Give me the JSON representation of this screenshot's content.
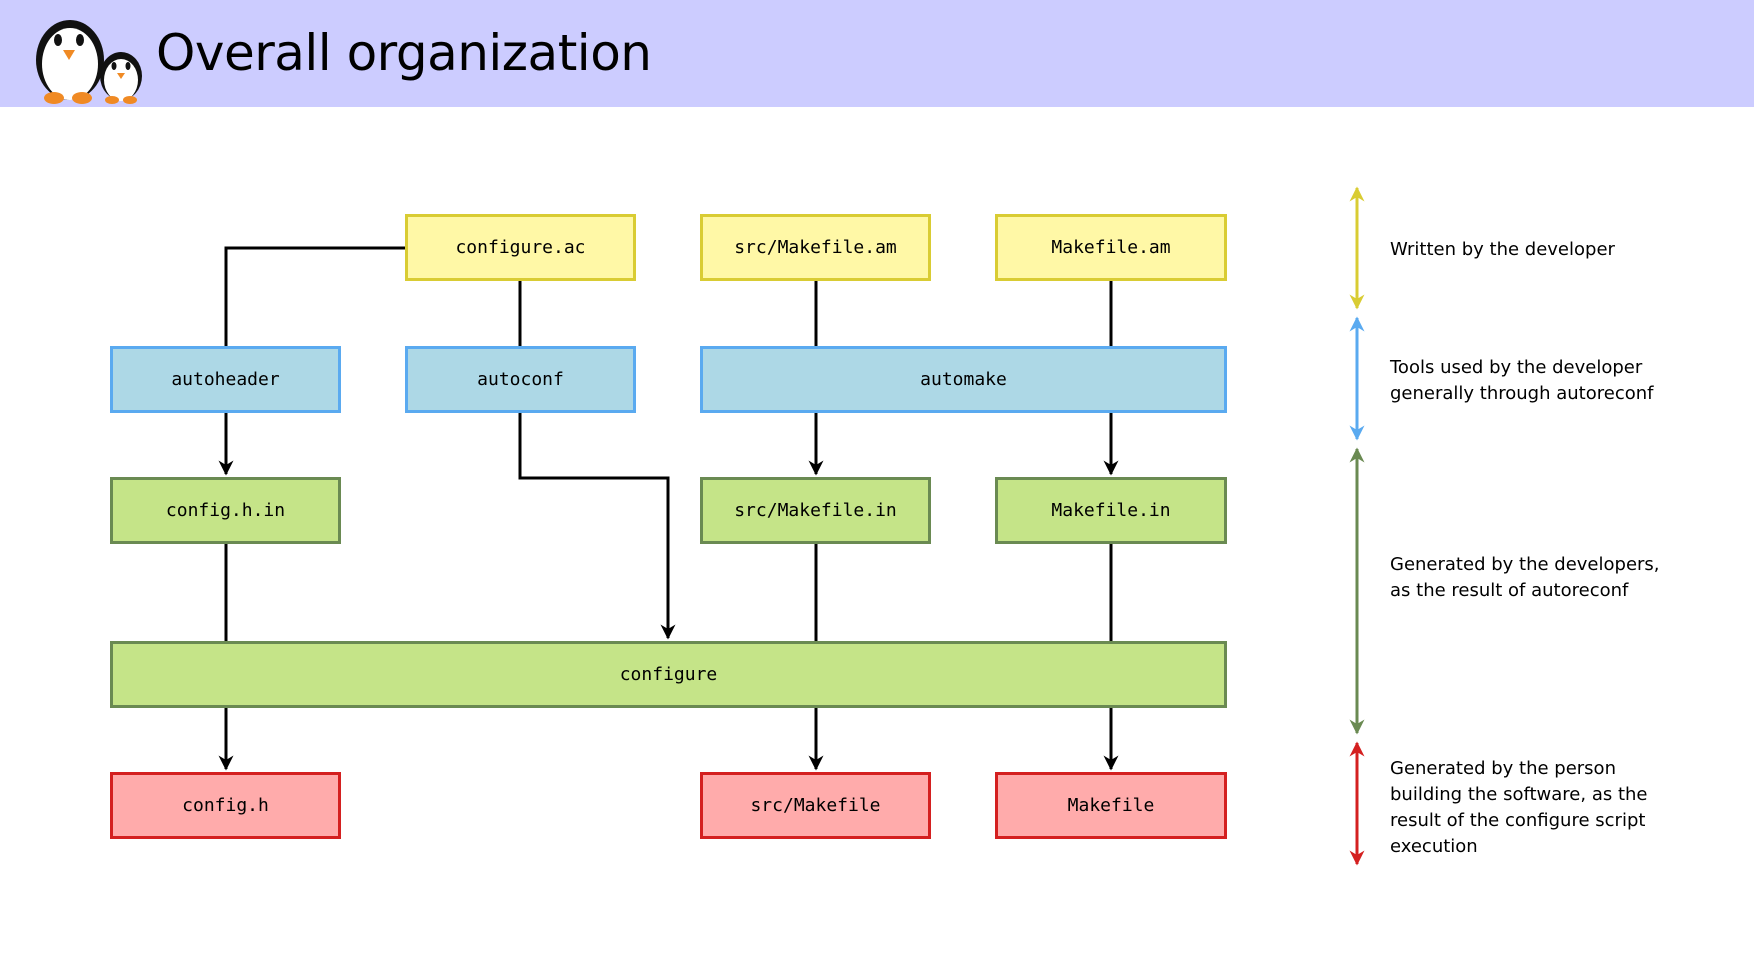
{
  "header": {
    "title": "Overall organization"
  },
  "colors": {
    "header_bg": "#ccccff",
    "yellow": "#d9cc33",
    "blue": "#5aaaf0",
    "green": "#6a8a52",
    "red": "#d42020"
  },
  "logo": {
    "icon": "penguins-logo-icon"
  },
  "boxes": {
    "configure_ac": "configure.ac",
    "src_makefile_am": "src/Makefile.am",
    "makefile_am": "Makefile.am",
    "autoheader": "autoheader",
    "autoconf": "autoconf",
    "automake": "automake",
    "config_h_in": "config.h.in",
    "src_makefile_in": "src/Makefile.in",
    "makefile_in": "Makefile.in",
    "configure": "configure",
    "config_h": "config.h",
    "src_makefile": "src/Makefile",
    "makefile": "Makefile"
  },
  "legend": {
    "written": "Written by the developer",
    "tools_line1": "Tools used by the developer",
    "tools_line2": "generally through autoreconf",
    "generated_dev_line1": "Generated by the developers,",
    "generated_dev_line2": "as the result of autoreconf",
    "generated_user_line1": "Generated by the person",
    "generated_user_line2": "building the software, as the",
    "generated_user_line3": "result of the configure script",
    "generated_user_line4": "execution"
  }
}
